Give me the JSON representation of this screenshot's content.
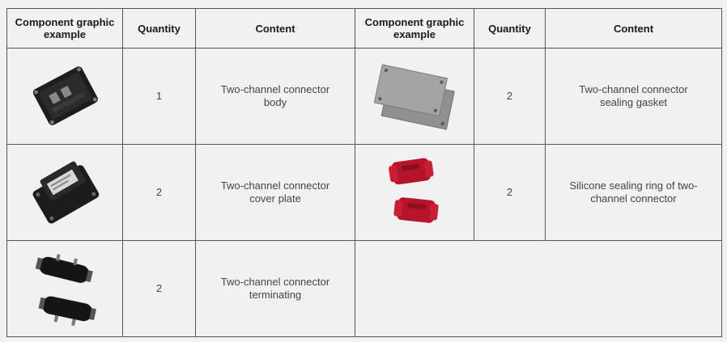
{
  "headers": {
    "component": "Component graphic example",
    "quantity": "Quantity",
    "content": "Content"
  },
  "rows": [
    {
      "left": {
        "image_icon": "connector-body-image",
        "quantity": "1",
        "content": "Two-channel connector body"
      },
      "right": {
        "image_icon": "sealing-gasket-image",
        "quantity": "2",
        "content": "Two-channel connector sealing gasket"
      }
    },
    {
      "left": {
        "image_icon": "cover-plate-image",
        "quantity": "2",
        "content": "Two-channel connector cover plate"
      },
      "right": {
        "image_icon": "silicone-ring-image",
        "quantity": "2",
        "content": "Silicone sealing ring of two-channel connector"
      }
    },
    {
      "left": {
        "image_icon": "terminating-image",
        "quantity": "2",
        "content": "Two-channel connector terminating"
      }
    }
  ]
}
